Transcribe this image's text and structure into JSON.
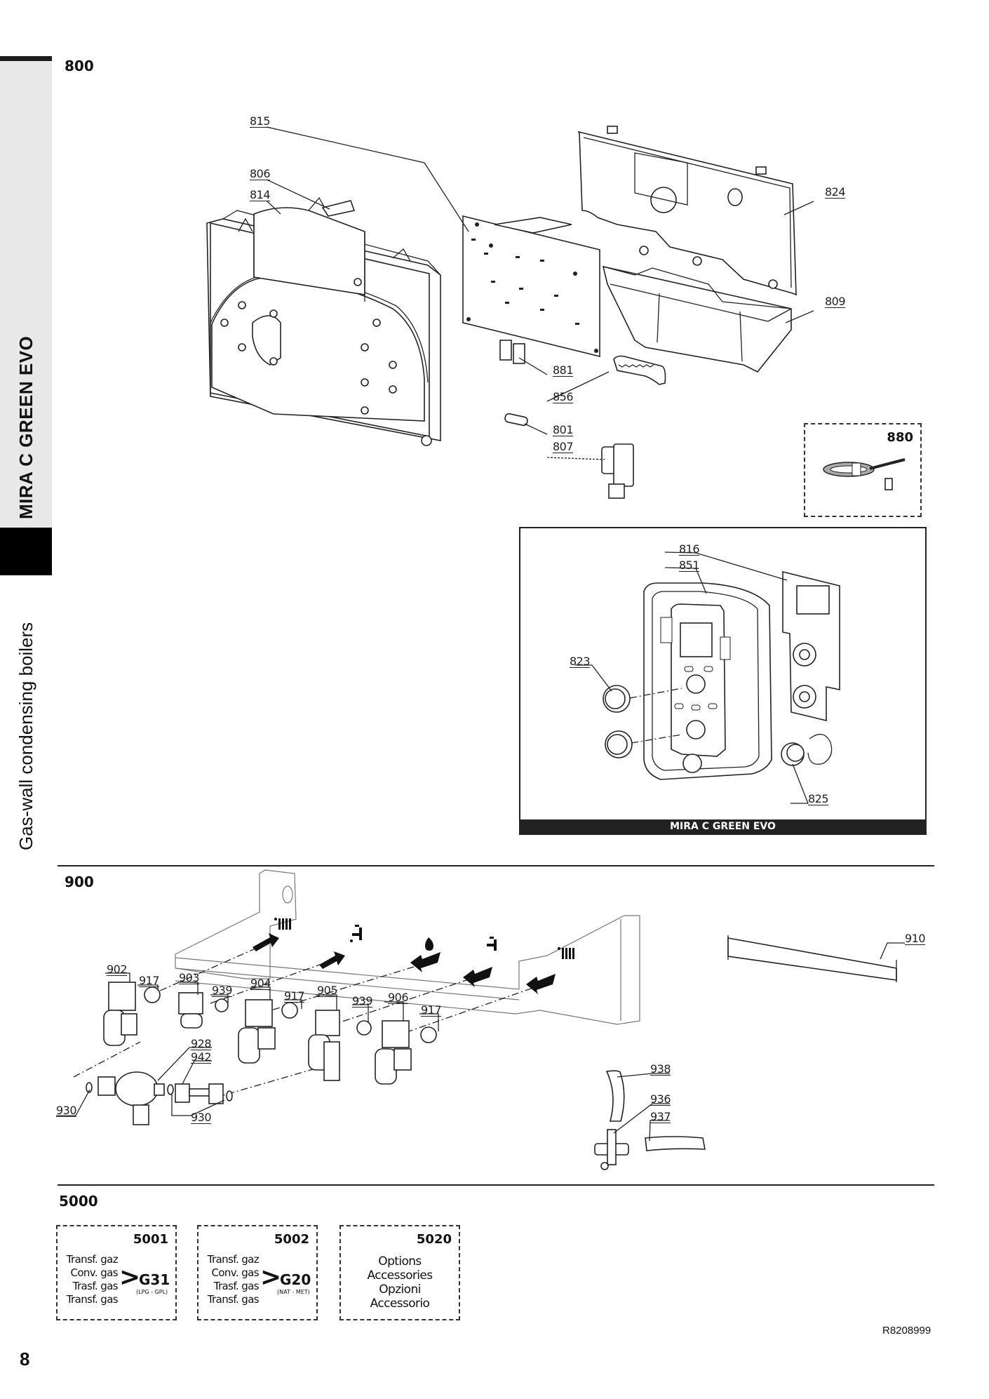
{
  "side": {
    "model": "MIRA C GREEN EVO",
    "category": "Gas-wall condensing boilers"
  },
  "sections": {
    "s800": {
      "title": "800",
      "callouts": {
        "c815": "815",
        "c806": "806",
        "c814": "814",
        "c824": "824",
        "c809": "809",
        "c881": "881",
        "c856": "856",
        "c801": "801",
        "c807": "807"
      },
      "accessory_box": {
        "number": "880",
        "icon": "wiring-harness-icon"
      },
      "panel_box": {
        "caption": "MIRA C GREEN EVO",
        "callouts": {
          "c816": "816",
          "c851": "851",
          "c823": "823",
          "c825": "825"
        }
      }
    },
    "s900": {
      "title": "900",
      "callouts": {
        "c902": "902",
        "c917a": "917",
        "c903": "903",
        "c939a": "939",
        "c904": "904",
        "c917b": "917",
        "c905": "905",
        "c939b": "939",
        "c906": "906",
        "c917c": "917",
        "c928": "928",
        "c942": "942",
        "c930a": "930",
        "c930b": "930",
        "c910": "910",
        "c938": "938",
        "c936": "936",
        "c937": "937"
      },
      "flow_icons": [
        "radiator-icon",
        "tap-icon",
        "gas-flame-icon",
        "tap-icon",
        "radiator-icon"
      ]
    },
    "s5000": {
      "title": "5000",
      "kits": [
        {
          "number": "5001",
          "lines": [
            "Transf. gaz",
            "Conv. gas",
            "Trasf. gas",
            "Transf. gas"
          ],
          "arrow": ">",
          "gas": "G31",
          "gas_note": "(LPG - GPL)"
        },
        {
          "number": "5002",
          "lines": [
            "Transf. gaz",
            "Conv. gas",
            "Trasf. gas",
            "Transf. gas"
          ],
          "arrow": ">",
          "gas": "G20",
          "gas_note": "(NAT - MET)"
        },
        {
          "number": "5020",
          "lines": [
            "Options",
            "Accessories",
            "Opzioni",
            "Accessorio"
          ]
        }
      ]
    }
  },
  "footer": {
    "page_number": "8",
    "doc_ref": "R8208999"
  }
}
